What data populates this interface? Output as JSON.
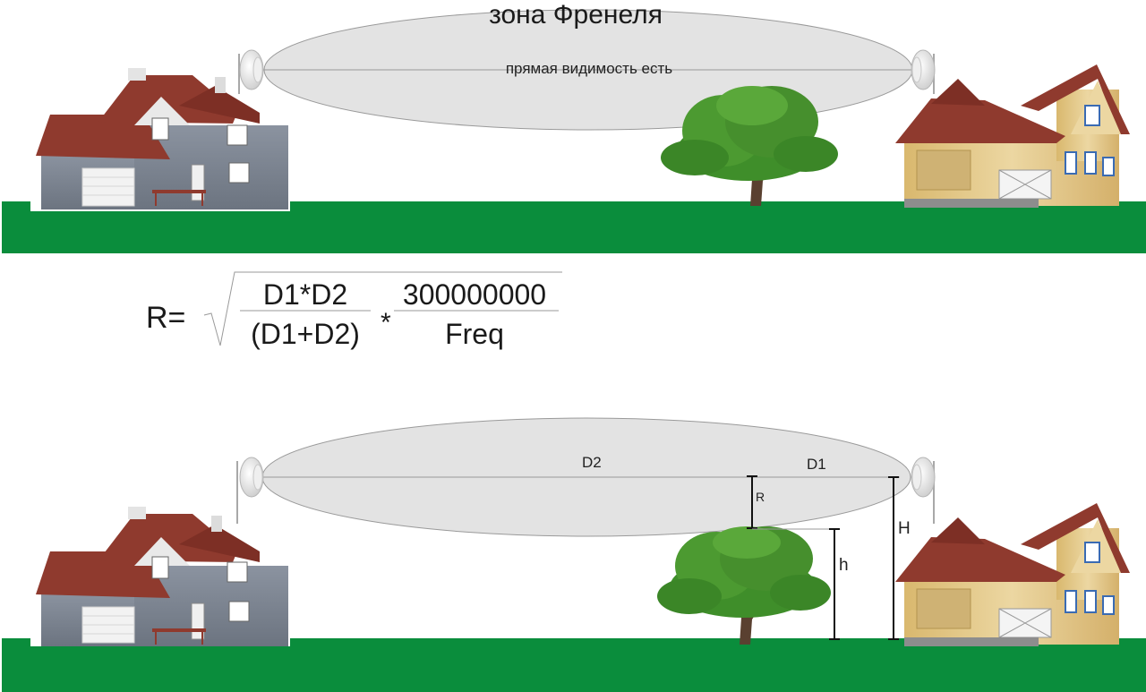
{
  "title": "зона Френеля",
  "los_label": "прямая видимость есть",
  "formula": {
    "lhs": "R=",
    "fraction1_num": "D1*D2",
    "fraction1_den": "(D1+D2)",
    "op": "*",
    "fraction2_num": "300000000",
    "fraction2_den": "Freq"
  },
  "labels": {
    "d2": "D2",
    "d1": "D1",
    "r": "R",
    "h": "h",
    "H": "H"
  },
  "colors": {
    "ground": "#0a8d3c",
    "ellipse_fill": "#e3e3e3",
    "ellipse_stroke": "#9a9a9a",
    "tree_leaves": "#3f8e2a",
    "roof_red": "#8f3a2e",
    "wall_blue": "#7d8591",
    "wall_wood": "#e3c98a"
  }
}
